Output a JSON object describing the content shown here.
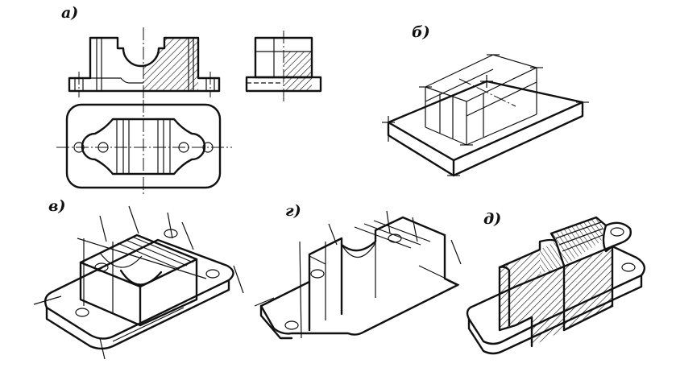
{
  "labels": {
    "a": "а)",
    "b": "б)",
    "v": "в)",
    "g": "г)",
    "d": "д)"
  }
}
